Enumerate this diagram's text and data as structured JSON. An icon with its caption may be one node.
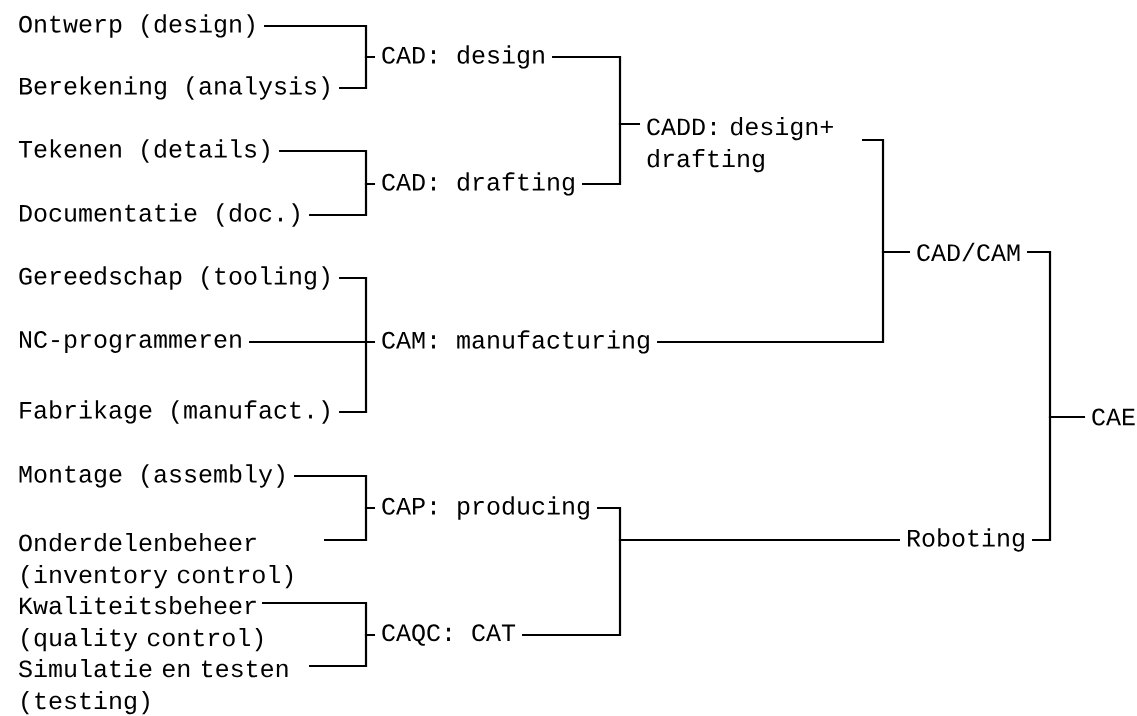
{
  "diagram": {
    "nodes": [
      {
        "text": [
          "Ontwerp (design)"
        ]
      },
      {
        "text": [
          "Berekening (analysis)"
        ]
      },
      {
        "text": [
          "CAD: design"
        ]
      },
      {
        "text": [
          "Tekenen (details)"
        ]
      },
      {
        "text": [
          "Documentatie (doc.)"
        ]
      },
      {
        "text": [
          "CAD: drafting"
        ]
      },
      {
        "text": [
          "CADD: design+ drafting"
        ]
      },
      {
        "text": [
          "Gereedschap (tooling)"
        ]
      },
      {
        "text": [
          "NC-programmeren"
        ]
      },
      {
        "text": [
          "Fabrikage (manufact.)"
        ]
      },
      {
        "text": [
          "CAM: manufacturing"
        ]
      },
      {
        "text": [
          "CAD/CAM"
        ]
      },
      {
        "text": [
          "Montage (assembly)"
        ]
      },
      {
        "text": [
          "Onderdelenbeheer (inventory control)"
        ]
      },
      {
        "text": [
          "CAP: producing"
        ]
      },
      {
        "text": [
          "Kwaliteitsbeheer (quality control)"
        ]
      },
      {
        "text": [
          "Simulatie en testen (testing)"
        ]
      },
      {
        "text": [
          "CAQC: CAT"
        ]
      },
      {
        "text": [
          "Roboting"
        ]
      },
      {
        "text": [
          "CAE"
        ]
      }
    ],
    "edges": [
      {
        "from": 0,
        "to": 2,
        "arrow": "none"
      },
      {
        "from": 1,
        "to": 2,
        "arrow": "none"
      },
      {
        "from": 3,
        "to": 5,
        "arrow": "none"
      },
      {
        "from": 4,
        "to": 5,
        "arrow": "none"
      },
      {
        "from": 2,
        "to": 6,
        "arrow": "none"
      },
      {
        "from": 5,
        "to": 6,
        "arrow": "none"
      },
      {
        "from": 7,
        "to": 10,
        "arrow": "none"
      },
      {
        "from": 8,
        "to": 10,
        "arrow": "none"
      },
      {
        "from": 9,
        "to": 10,
        "arrow": "none"
      },
      {
        "from": 6,
        "to": 11,
        "arrow": "none"
      },
      {
        "from": 10,
        "to": 11,
        "arrow": "none"
      },
      {
        "from": 12,
        "to": 14,
        "arrow": "none"
      },
      {
        "from": 13,
        "to": 14,
        "arrow": "none"
      },
      {
        "from": 15,
        "to": 17,
        "arrow": "none"
      },
      {
        "from": 16,
        "to": 17,
        "arrow": "none"
      },
      {
        "from": 14,
        "to": 18,
        "arrow": "none"
      },
      {
        "from": 17,
        "to": 18,
        "arrow": "none"
      },
      {
        "from": 11,
        "to": 19,
        "arrow": "none"
      },
      {
        "from": 18,
        "to": 19,
        "arrow": "none"
      }
    ]
  }
}
